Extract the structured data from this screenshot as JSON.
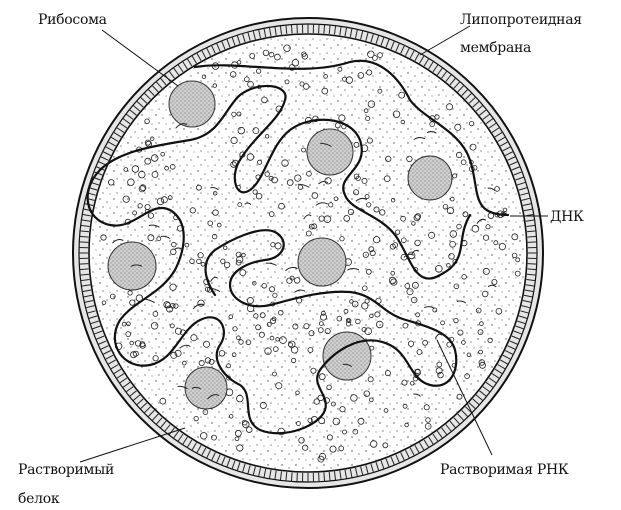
{
  "labels": {
    "ribosome": "Рибосома",
    "membrane_line1": "Липопротеидная",
    "membrane_line2": "мембрана",
    "dna": "ДНК",
    "soluble_protein_line1": "Растворимый",
    "soluble_protein_line2": "белок",
    "soluble_rna": "Растворимая РНК"
  }
}
